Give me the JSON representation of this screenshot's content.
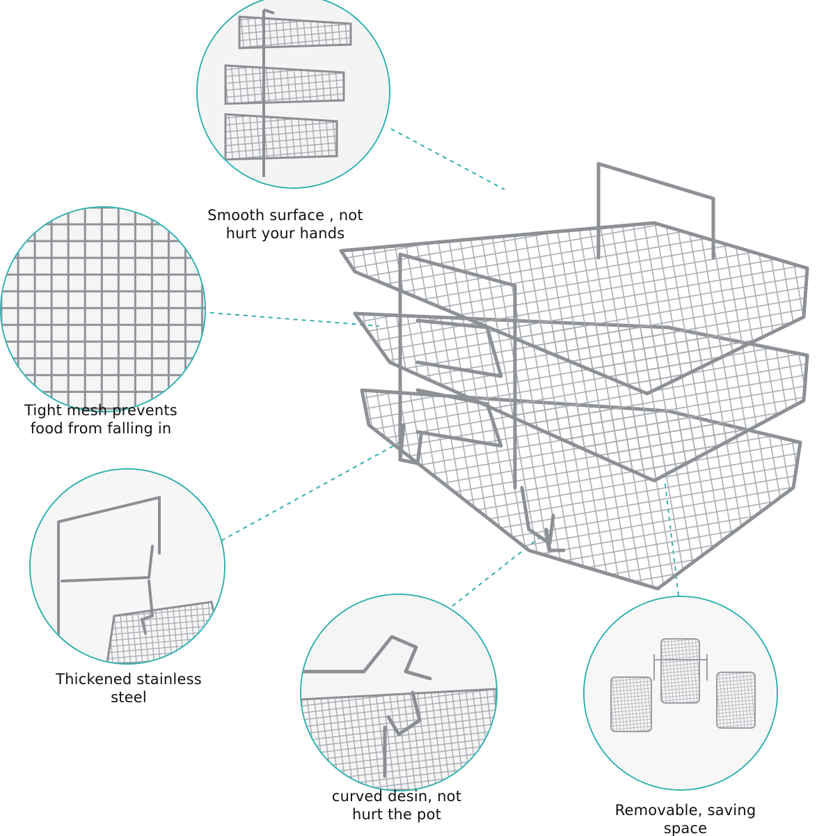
{
  "features": {
    "smooth_surface": {
      "line1": "Smooth surface , not",
      "line2": "hurt your hands"
    },
    "tight_mesh": {
      "line1": "Tight mesh prevents",
      "line2": "food from falling in"
    },
    "thickened_steel": {
      "line1": "Thickened stainless",
      "line2": "steel"
    },
    "curved_design": {
      "line1": "curved desin, not",
      "line2": "hurt the pot"
    },
    "removable": {
      "line1": "Removable, saving",
      "line2": "space"
    }
  },
  "colors": {
    "accent": "#2fb1ad",
    "steel": "#9a9ea3",
    "background": "#ffffff"
  }
}
